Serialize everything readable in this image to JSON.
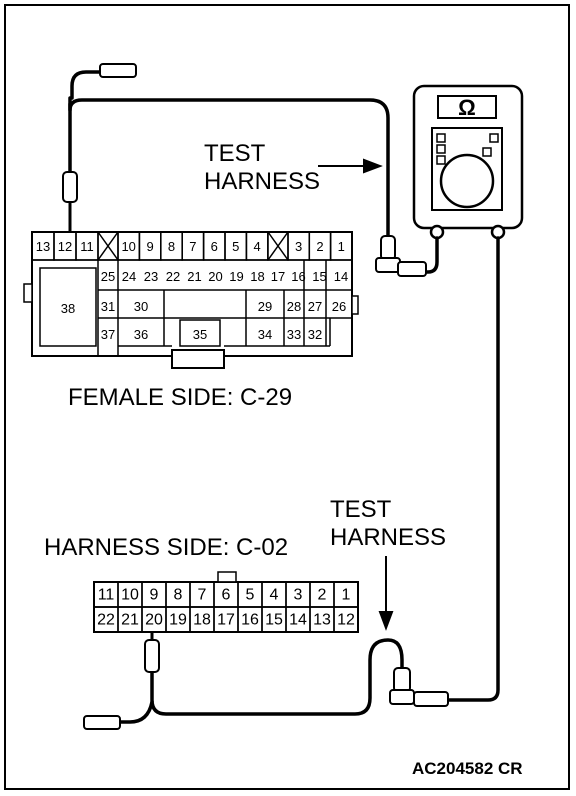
{
  "labels": {
    "test_harness_top_1": "TEST",
    "test_harness_top_2": "HARNESS",
    "female_side": "FEMALE SIDE: C-29",
    "harness_side": "HARNESS SIDE: C-02",
    "test_harness_bottom_1": "TEST",
    "test_harness_bottom_2": "HARNESS",
    "reference": "AC204582 CR",
    "meter_symbol": "Ω"
  },
  "c29": {
    "row1_left": [
      "13",
      "12",
      "11"
    ],
    "row1_mid": [
      "10",
      "9",
      "8",
      "7",
      "6",
      "5",
      "4"
    ],
    "row1_right": [
      "3",
      "2",
      "1"
    ],
    "row2": [
      "25",
      "24",
      "23",
      "22",
      "21",
      "20",
      "19",
      "18",
      "17",
      "16",
      "15",
      "14"
    ],
    "row3": [
      "31",
      "30",
      "29",
      "28",
      "27",
      "26"
    ],
    "row4": [
      "37",
      "36",
      "35",
      "34",
      "33",
      "32"
    ],
    "big": "38"
  },
  "c02": {
    "top": [
      "11",
      "10",
      "9",
      "8",
      "7",
      "6",
      "5",
      "4",
      "3",
      "2",
      "1"
    ],
    "bottom": [
      "22",
      "21",
      "20",
      "19",
      "18",
      "17",
      "16",
      "15",
      "14",
      "13",
      "12"
    ]
  }
}
